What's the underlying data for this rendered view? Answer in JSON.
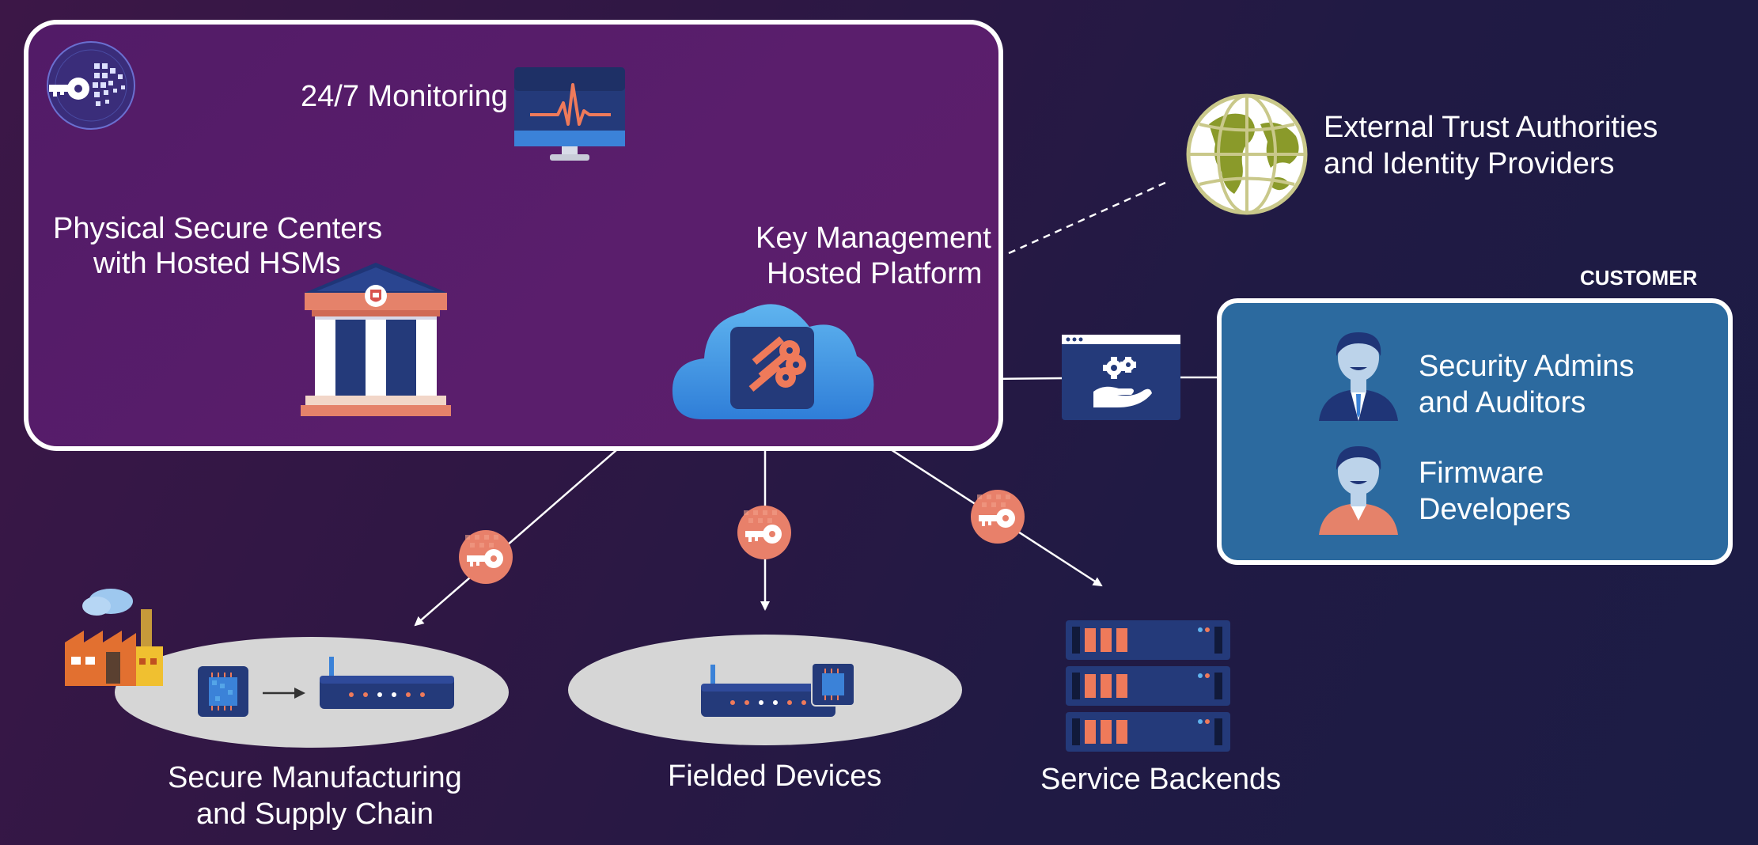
{
  "platform_box": {
    "monitoring_label": "24/7 Monitoring",
    "secure_centers_label_line1": "Physical Secure Centers",
    "secure_centers_label_line2": "with Hosted HSMs",
    "kms_label_line1": "Key Management",
    "kms_label_line2": "Hosted Platform"
  },
  "external_trust": {
    "label_line1": "External Trust Authorities",
    "label_line2": "and Identity Providers"
  },
  "customer": {
    "heading": "CUSTOMER",
    "roles": [
      {
        "line1": "Security Admins",
        "line2": "and Auditors"
      },
      {
        "line1": "Firmware",
        "line2": "Developers"
      }
    ]
  },
  "destinations": {
    "manufacturing_line1": "Secure Manufacturing",
    "manufacturing_line2": "and Supply Chain",
    "fielded_devices": "Fielded Devices",
    "service_backends": "Service Backends"
  },
  "colors": {
    "platform_purple": "#5a1e6c",
    "customer_blue": "#2c6a9f",
    "key_badge": "#e8806a",
    "ellipse_gray": "#d6d6d6",
    "globe_green": "#8a9a2a"
  }
}
